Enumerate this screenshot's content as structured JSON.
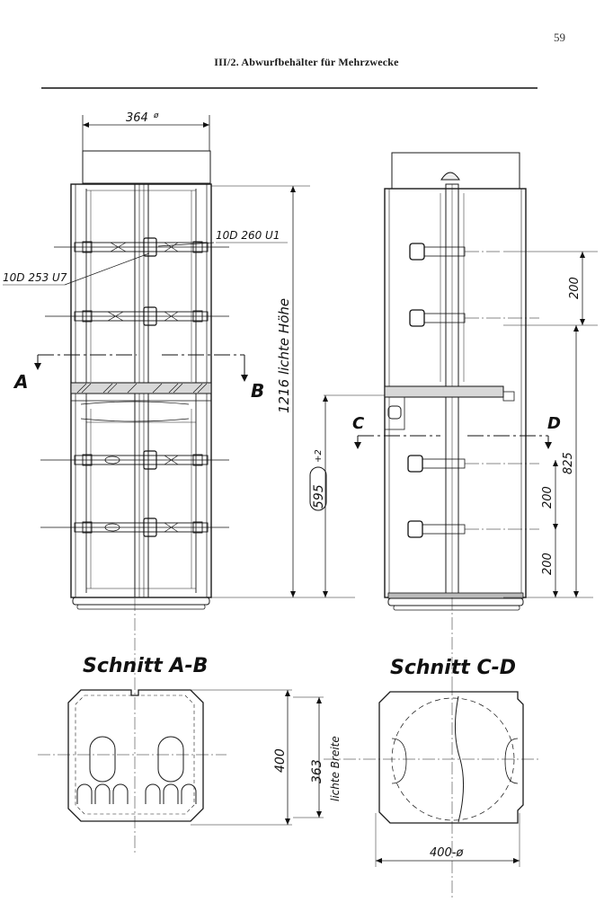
{
  "header": {
    "page_number": "59",
    "title": "III/2. Abwurfbehälter für Mehrzwecke"
  },
  "front_view": {
    "diameter_label": "364",
    "part_upper": "10D 260 U1",
    "part_lower": "10D 253 U7",
    "cut_left": "A",
    "cut_right": "B",
    "height_label": "1216  lichte Höhe",
    "mid_dimension": "595",
    "tolerance": "+2"
  },
  "side_view": {
    "cut_left": "C",
    "cut_right": "D",
    "dim_200_top": "200",
    "dim_825": "825",
    "dim_200_mid": "200",
    "dim_200_low": "200"
  },
  "section_ab": {
    "title": "Schnitt A-B",
    "dim_400": "400",
    "dim_363": "363",
    "width_note": "lichte Breite"
  },
  "section_cd": {
    "title": "Schnitt C-D",
    "dim_400_dia": "400-ø"
  }
}
